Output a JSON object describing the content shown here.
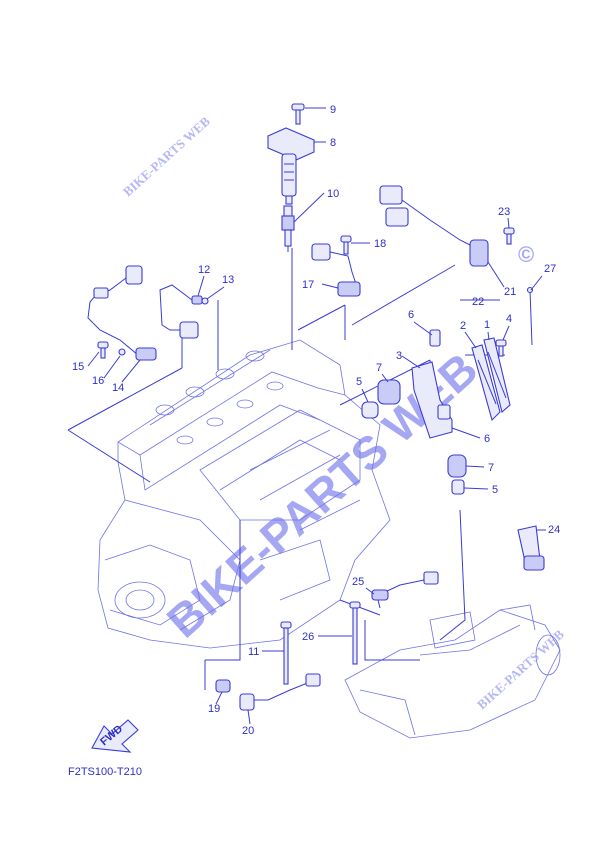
{
  "diagram": {
    "code": "F2TS100-T210",
    "fwd_label": "FWD",
    "watermarks": {
      "small": "BIKE-PARTS WEB",
      "big": "BIKE-PARTS WEB",
      "copyright": "©"
    },
    "callouts": [
      {
        "id": "c9",
        "label": "9"
      },
      {
        "id": "c8",
        "label": "8"
      },
      {
        "id": "c10",
        "label": "10"
      },
      {
        "id": "c18",
        "label": "18"
      },
      {
        "id": "c17",
        "label": "17"
      },
      {
        "id": "c12",
        "label": "12"
      },
      {
        "id": "c13",
        "label": "13"
      },
      {
        "id": "c23",
        "label": "23"
      },
      {
        "id": "c21",
        "label": "21"
      },
      {
        "id": "c27",
        "label": "27"
      },
      {
        "id": "c22",
        "label": "22"
      },
      {
        "id": "c2",
        "label": "2"
      },
      {
        "id": "c1",
        "label": "1"
      },
      {
        "id": "c4",
        "label": "4"
      },
      {
        "id": "c6a",
        "label": "6"
      },
      {
        "id": "c3",
        "label": "3"
      },
      {
        "id": "c7a",
        "label": "7"
      },
      {
        "id": "c5a",
        "label": "5"
      },
      {
        "id": "c6b",
        "label": "6"
      },
      {
        "id": "c7b",
        "label": "7"
      },
      {
        "id": "c5b",
        "label": "5"
      },
      {
        "id": "c15",
        "label": "15"
      },
      {
        "id": "c16",
        "label": "16"
      },
      {
        "id": "c14",
        "label": "14"
      },
      {
        "id": "c24",
        "label": "24"
      },
      {
        "id": "c25",
        "label": "25"
      },
      {
        "id": "c26",
        "label": "26"
      },
      {
        "id": "c11",
        "label": "11"
      },
      {
        "id": "c19",
        "label": "19"
      },
      {
        "id": "c20",
        "label": "20"
      }
    ]
  }
}
